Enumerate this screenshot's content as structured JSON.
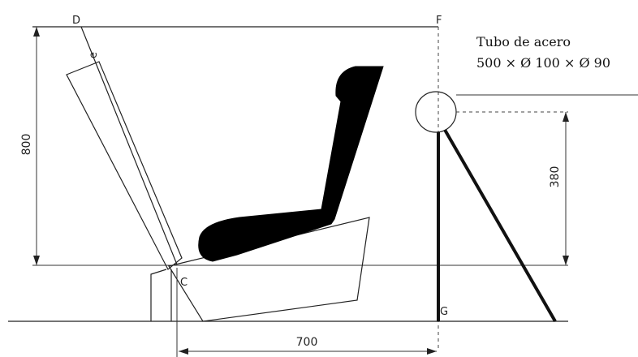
{
  "labels": {
    "point_d": "D",
    "point_e": "e",
    "point_f": "F",
    "point_c": "C",
    "point_g": "G"
  },
  "dimensions": {
    "height_label": "800",
    "tube_height_label": "380",
    "width_label": "700"
  },
  "tube_note": {
    "line1": "Tubo de acero",
    "line2": "500 × Ø 100 × Ø 90"
  }
}
